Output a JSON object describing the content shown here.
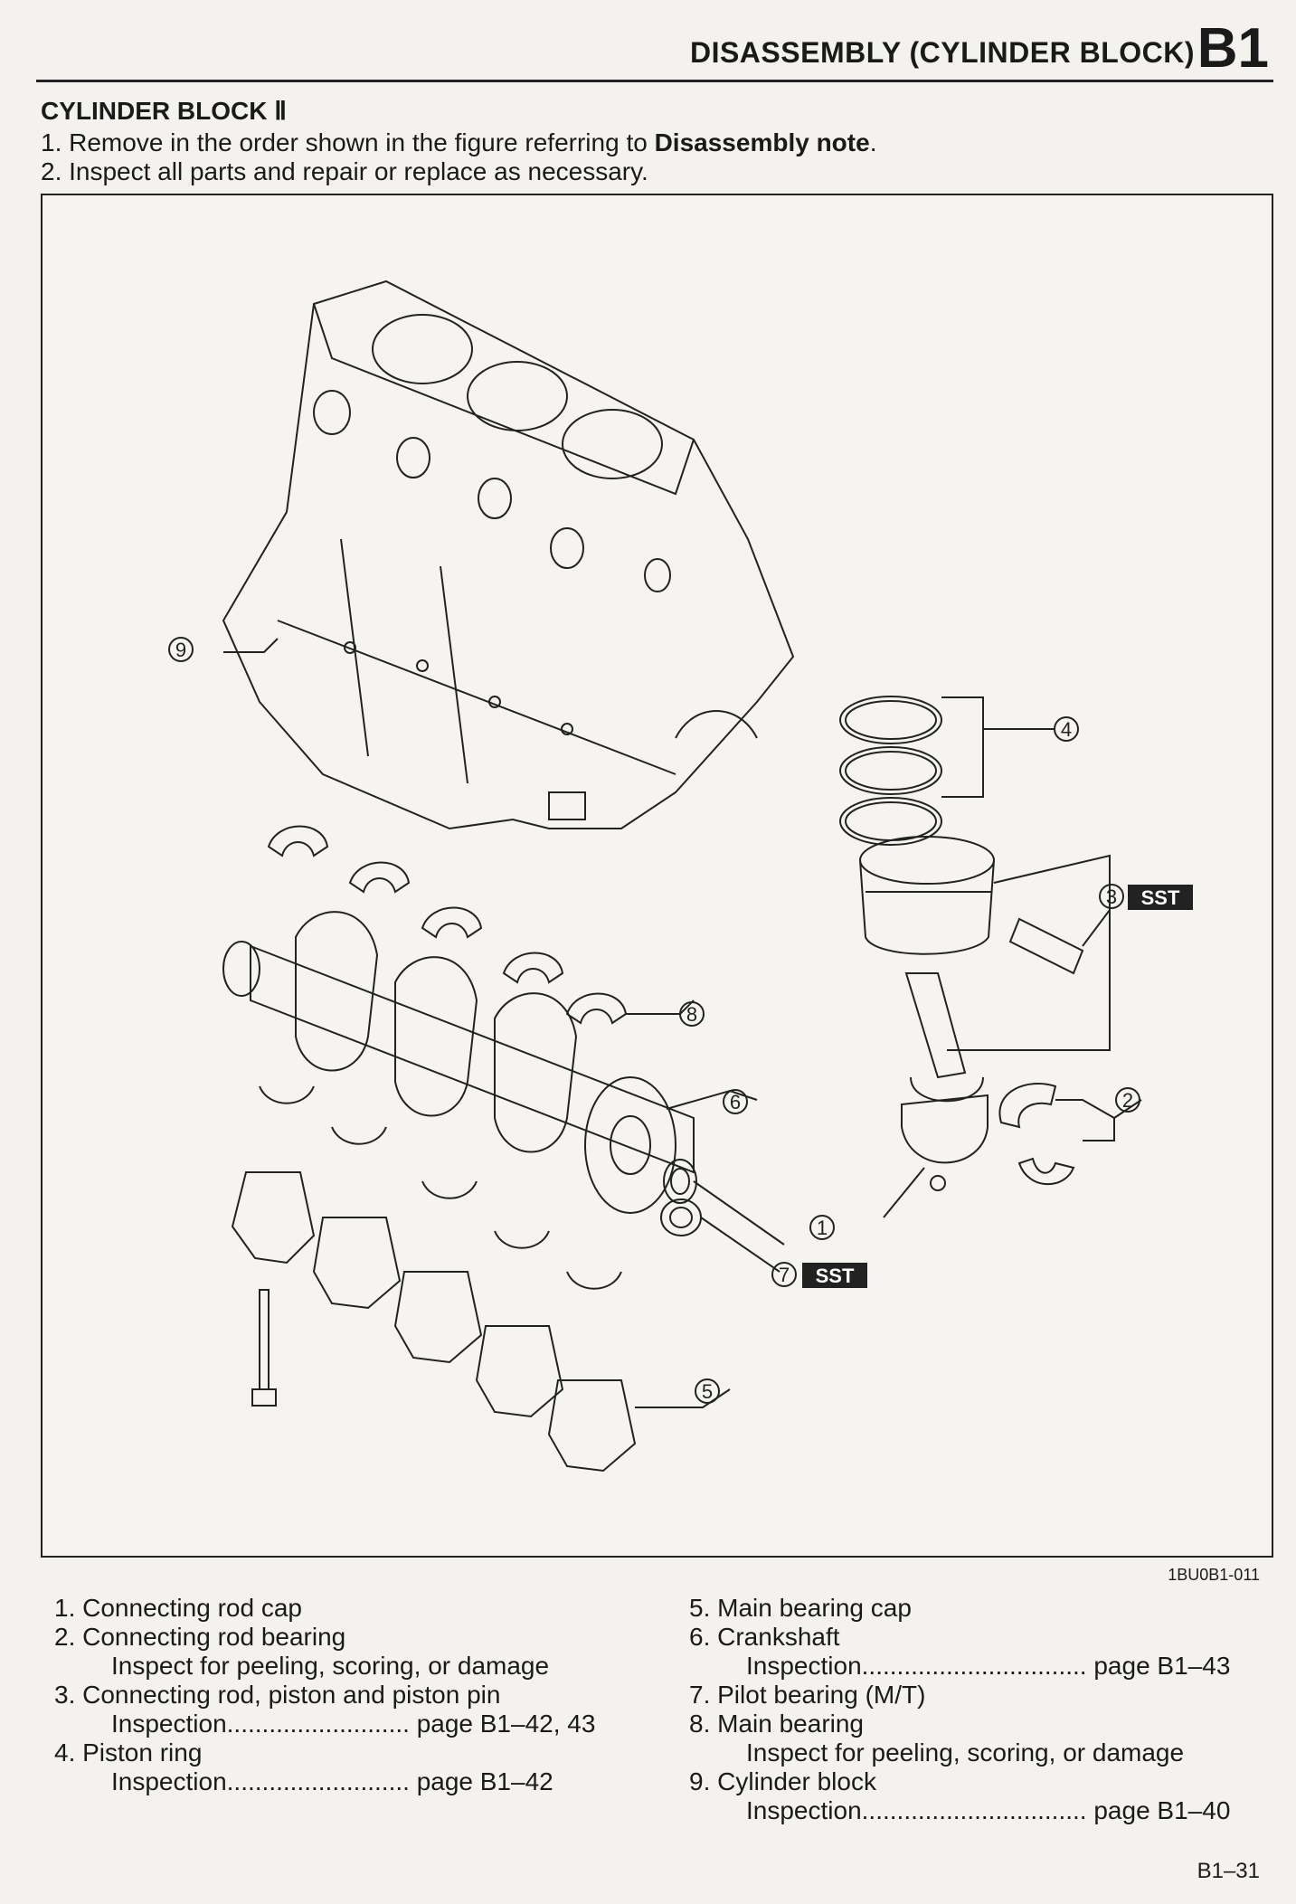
{
  "header": {
    "title": "DISASSEMBLY (CYLINDER BLOCK)",
    "code": "B1"
  },
  "section": {
    "title": "CYLINDER BLOCK Ⅱ",
    "step1_prefix": "1. Remove in the order shown in the figure referring to ",
    "step1_bold": "Disassembly note",
    "step1_suffix": ".",
    "step2": "2. Inspect all parts and repair or replace as necessary."
  },
  "figure": {
    "code": "1BU0B1-011",
    "callouts": [
      "1",
      "2",
      "3",
      "4",
      "5",
      "6",
      "7",
      "8",
      "9"
    ],
    "sst_label": "SST"
  },
  "legend_left": [
    {
      "main": "1. Connecting rod cap"
    },
    {
      "main": "2. Connecting rod bearing",
      "sub": "Inspect for peeling, scoring, or damage"
    },
    {
      "main": "3. Connecting rod, piston and piston pin",
      "sub_label": "Inspection",
      "sub_dots": "..........................",
      "sub_page": "page B1–42, 43"
    },
    {
      "main": "4. Piston ring",
      "sub_label": "Inspection",
      "sub_dots": "..........................",
      "sub_page": "page B1–42"
    }
  ],
  "legend_right": [
    {
      "main": "5. Main bearing cap"
    },
    {
      "main": "6. Crankshaft",
      "sub_label": "Inspection",
      "sub_dots": "................................",
      "sub_page": "page B1–43"
    },
    {
      "main": "7. Pilot bearing (M/T)"
    },
    {
      "main": "8. Main bearing",
      "sub": "Inspect for peeling, scoring, or damage"
    },
    {
      "main": "9. Cylinder block",
      "sub_label": "Inspection",
      "sub_dots": "................................",
      "sub_page": "page B1–40"
    }
  ],
  "page_number": "B1–31"
}
